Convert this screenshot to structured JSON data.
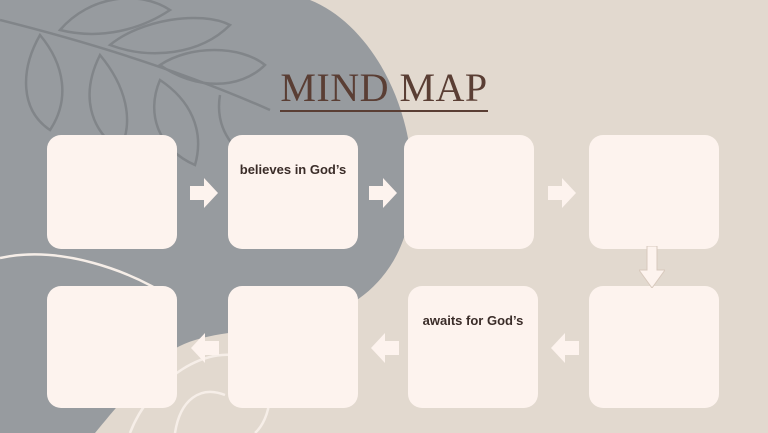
{
  "title": "MIND MAP",
  "boxes": [
    {
      "id": "box-1",
      "text": ""
    },
    {
      "id": "box-2",
      "text": "believes in God’s"
    },
    {
      "id": "box-3",
      "text": ""
    },
    {
      "id": "box-4",
      "text": ""
    },
    {
      "id": "box-5",
      "text": ""
    },
    {
      "id": "box-6",
      "text": "awaits for God’s"
    },
    {
      "id": "box-7",
      "text": ""
    },
    {
      "id": "box-8",
      "text": ""
    }
  ],
  "colors": {
    "background": "#e2d9cf",
    "blob": "#979b9f",
    "box": "#fdf3ee",
    "title": "#5a3e34",
    "arrow": "#fdf3ee"
  }
}
